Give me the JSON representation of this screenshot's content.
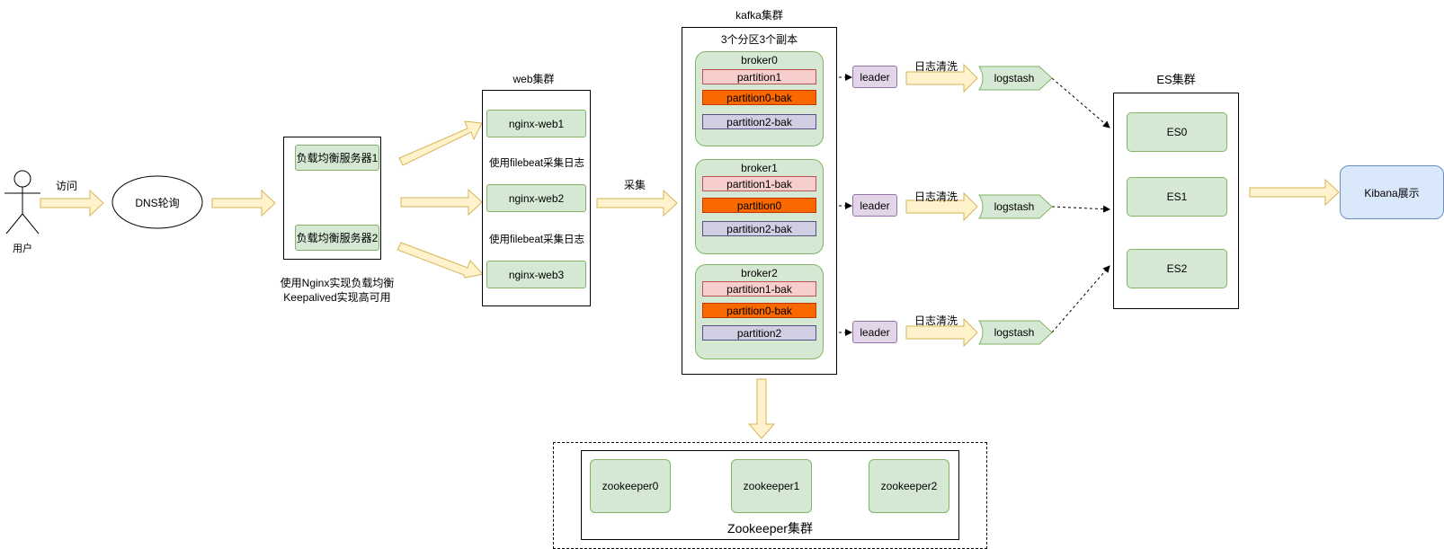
{
  "user": {
    "label": "用户"
  },
  "edge_labels": {
    "visit": "访问",
    "collect": "采集"
  },
  "dns": {
    "label": "DNS轮询"
  },
  "lb": {
    "server1": "负载均衡服务器1",
    "server2": "负载均衡服务器2",
    "caption_line1": "使用Nginx实现负载均衡",
    "caption_line2": "Keepalived实现高可用"
  },
  "web": {
    "title": "web集群",
    "nodes": [
      "nginx-web1",
      "nginx-web2",
      "nginx-web3"
    ],
    "filebeat_note": "使用filebeat采集日志"
  },
  "kafka": {
    "title": "kafka集群",
    "subtitle": "3个分区3个副本",
    "brokers": [
      {
        "name": "broker0",
        "partitions": [
          "partition1",
          "partition0-bak",
          "partition2-bak"
        ]
      },
      {
        "name": "broker1",
        "partitions": [
          "partition1-bak",
          "partition0",
          "partition2-bak"
        ]
      },
      {
        "name": "broker2",
        "partitions": [
          "partition1-bak",
          "partition0-bak",
          "partition2"
        ]
      }
    ]
  },
  "pipeline": {
    "leader": "leader",
    "clean_label": "日志清洗",
    "logstash": "logstash"
  },
  "es": {
    "title": "ES集群",
    "nodes": [
      "ES0",
      "ES1",
      "ES2"
    ]
  },
  "kibana": {
    "label": "Kibana展示"
  },
  "zookeeper": {
    "title": "Zookeeper集群",
    "nodes": [
      "zookeeper0",
      "zookeeper1",
      "zookeeper2"
    ]
  },
  "colors": {
    "arrow_fill": "#fff2cc",
    "arrow_stroke": "#d6b656",
    "green_fill": "#d5e8d4",
    "green_stroke": "#82b366",
    "pink_fill": "#f8cecc",
    "orange_fill": "#fa6800",
    "grey_fill": "#d0cee2",
    "purple_fill": "#e1d5e7",
    "blue_fill": "#dae8fc"
  }
}
